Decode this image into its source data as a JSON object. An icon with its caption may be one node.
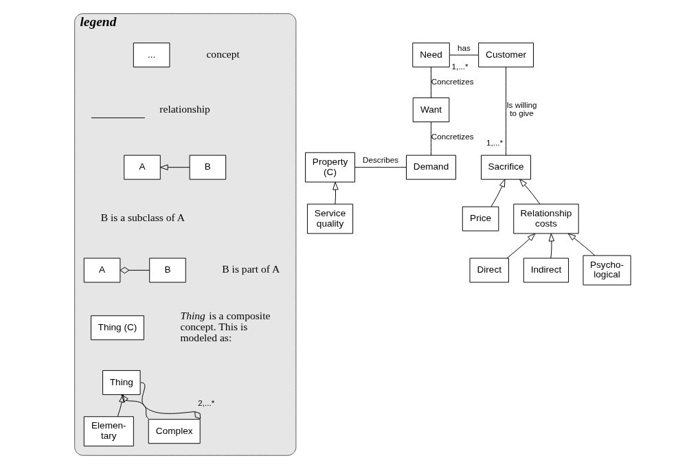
{
  "diagram": {
    "nodes": [
      {
        "text": [
          "legend"
        ]
      },
      {
        "text": [
          "..."
        ],
        "in": 0,
        "beside": [
          "concept"
        ]
      },
      {
        "text": [
          "A"
        ],
        "in": 0,
        "beside": [
          "B is a subclass of A"
        ]
      },
      {
        "text": [
          "B"
        ],
        "in": 0
      },
      {
        "text": [
          "A"
        ],
        "in": 0
      },
      {
        "text": [
          "B"
        ],
        "in": 0,
        "beside": [
          "B is part of A"
        ]
      },
      {
        "text": [
          "Thing (C)"
        ],
        "in": 0,
        "beside": [
          "*Thing* is a composite concept. This is modeled as:"
        ]
      },
      {
        "text": [
          "Thing"
        ],
        "in": 0
      },
      {
        "text": [
          "Elemen- tary"
        ],
        "in": 0
      },
      {
        "text": [
          "Complex"
        ],
        "in": 0
      },
      {
        "text": [
          "Need"
        ]
      },
      {
        "text": [
          "Customer"
        ]
      },
      {
        "text": [
          "Want"
        ]
      },
      {
        "text": [
          "Property (C)"
        ]
      },
      {
        "text": [
          "Demand"
        ]
      },
      {
        "text": [
          "Sacrifice"
        ]
      },
      {
        "text": [
          "Service quality"
        ]
      },
      {
        "text": [
          "Price"
        ]
      },
      {
        "text": [
          "Relationship costs"
        ]
      },
      {
        "text": [
          "Direct"
        ]
      },
      {
        "text": [
          "Indirect"
        ]
      },
      {
        "text": [
          "Psycho- logical"
        ]
      }
    ],
    "edges": [
      {
        "from": 3,
        "to": 2,
        "arrow": "to"
      },
      {
        "from": 5,
        "to": 4,
        "arrow": "other"
      },
      {
        "from": 8,
        "to": 7,
        "arrow": "to"
      },
      {
        "from": 9,
        "to": 7,
        "arrow": "to"
      },
      {
        "from": 7,
        "to": 9,
        "arrow": "other"
      },
      {
        "from": 10,
        "to": 11,
        "arrow": "none",
        "label": "has"
      },
      {
        "from": 10,
        "to": 12,
        "arrow": "none",
        "label": "Concretizes"
      },
      {
        "from": 12,
        "to": 14,
        "arrow": "none",
        "label": "Concretizes"
      },
      {
        "from": 13,
        "to": 14,
        "arrow": "none",
        "label": "Describes"
      },
      {
        "from": 11,
        "to": 15,
        "arrow": "none",
        "label": "Is willing to give"
      },
      {
        "from": 16,
        "to": 13,
        "arrow": "to"
      },
      {
        "from": 17,
        "to": 15,
        "arrow": "to"
      },
      {
        "from": 18,
        "to": 15,
        "arrow": "to"
      },
      {
        "from": 19,
        "to": 18,
        "arrow": "to"
      },
      {
        "from": 20,
        "to": 18,
        "arrow": "to"
      },
      {
        "from": 21,
        "to": 18,
        "arrow": "to"
      }
    ],
    "labels": [
      "relationship",
      "2,...*",
      "1,...*",
      "1,...*"
    ]
  }
}
